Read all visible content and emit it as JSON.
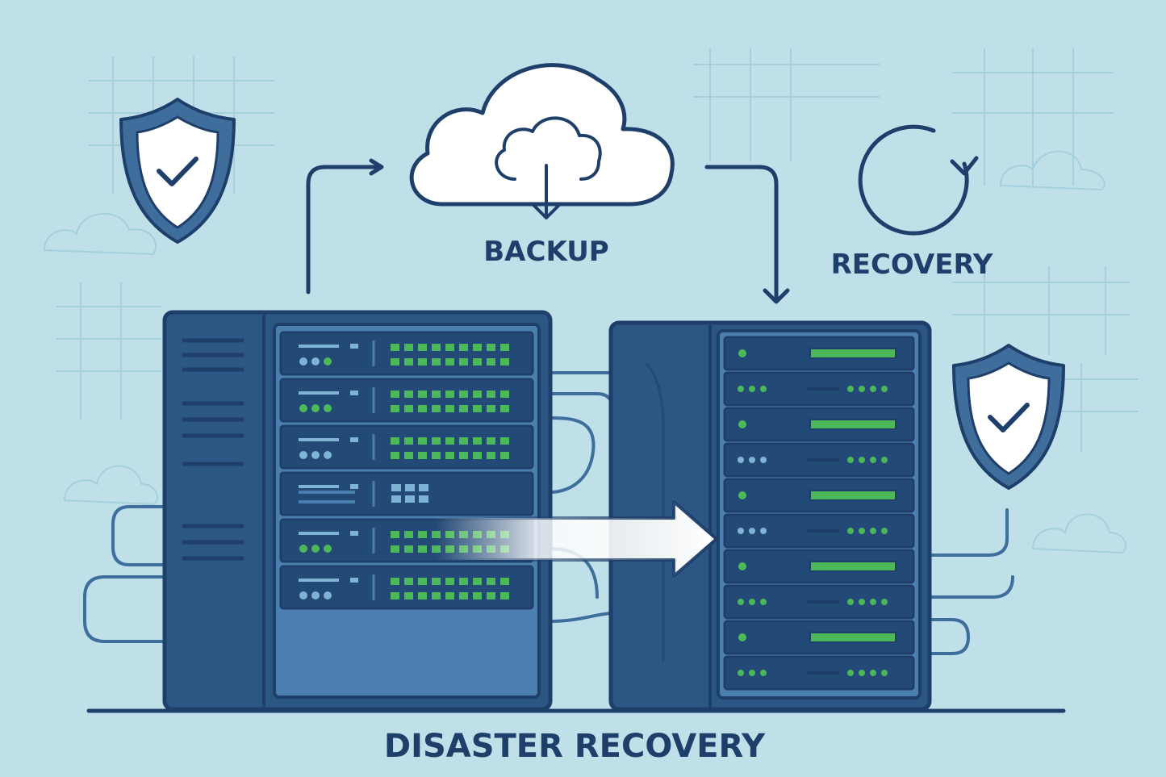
{
  "labels": {
    "backup": "BACKUP",
    "recovery": "RECOVERY",
    "title": "DISASTER RECOVERY"
  },
  "icons": {
    "cloud": "cloud-download-icon",
    "recovery": "refresh-icon",
    "shield": "shield-check-icon",
    "transfer": "arrow-right-icon"
  },
  "colors": {
    "background": "#bfe0e9",
    "outline": "#1f3f6b",
    "rack_body": "#2c5784",
    "rack_panel": "#4a7fb0",
    "rack_inner": "#234a76",
    "led_green": "#4cb85a",
    "led_blue": "#7fb3d5",
    "cloud_fill": "#ffffff",
    "shield_outer": "#3f6e9c",
    "grid_line": "#9ccbda"
  }
}
